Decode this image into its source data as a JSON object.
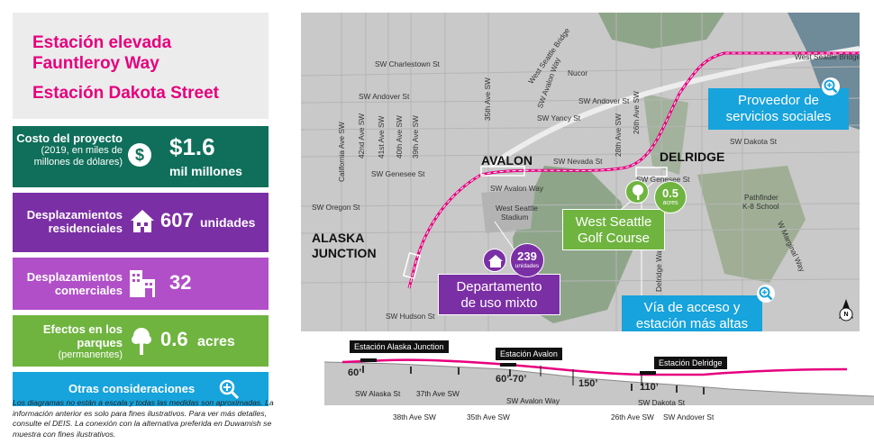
{
  "title": {
    "line1": "Estación elevada",
    "line2": "Fauntleroy Way",
    "line3": "Estación Dakota Street"
  },
  "cards": {
    "cost": {
      "label": "Costo del proyecto",
      "sub": "(2019, en miles de millones de dólares)",
      "value": "$1.6",
      "unit": "mil millones",
      "icon": "dollar-icon"
    },
    "residential": {
      "label": "Desplazamientos residenciales",
      "value": "607",
      "unit": "unidades",
      "icon": "house-icon"
    },
    "commercial": {
      "label": "Desplazamientos comerciales",
      "value": "32",
      "icon": "building-icon"
    },
    "parks": {
      "label": "Efectos en los parques",
      "sub": "(permanentes)",
      "value": "0.6",
      "unit": "acres",
      "icon": "tree-icon"
    },
    "other": {
      "label": "Otras consideraciones",
      "icon": "zoom-icon"
    }
  },
  "footnote": "Los diagramas no están a escala y todas las medidas son aproximadas. La información anterior es solo para fines ilustrativos. Para ver más detalles, consulte el DEIS. La conexión con la alternativa preferida en Duwamish se muestra con fines ilustrativos.",
  "map": {
    "neighborhoods": {
      "avalon": "AVALON",
      "delridge": "DELRIDGE",
      "alaska1": "ALASKA",
      "alaska2": "JUNCTION"
    },
    "streets": {
      "charlestown": "SW Charlestown St",
      "andover_w": "SW Andover St",
      "andover_e": "SW Andover St",
      "yancy": "SW Yancy St",
      "nevada": "SW Nevada St",
      "genesee_w": "SW Genesee St",
      "genesee_e": "SW Genesee St",
      "oregon": "SW Oregon St",
      "avalon_way": "SW Avalon Way",
      "avalon_way2": "SW Avalon Way",
      "dakota": "SW Dakota St",
      "hudson": "SW Hudson St",
      "california": "California Ave SW",
      "ave42": "42nd Ave SW",
      "ave41": "41st Ave SW",
      "ave40": "40th Ave SW",
      "ave39": "39th Ave SW",
      "ave35": "35th Ave SW",
      "ave28": "28th Ave SW",
      "ave26": "26th Ave SW",
      "delridge_way": "Delridge Way",
      "marginal": "W Marginal Way",
      "wsbridge_diag": "West Seattle Bridge",
      "wsbridge": "West Seattle Bridge"
    },
    "places": {
      "nucor": "Nucor",
      "stadium1": "West Seattle",
      "stadium2": "Stadium",
      "pathfinder1": "Pathfinder",
      "pathfinder2": "K-8 School"
    },
    "callouts": {
      "social1": "Proveedor de",
      "social2": "servicios sociales",
      "golf1": "West Seattle",
      "golf2": "Golf Course",
      "golf_acres": "0.5",
      "golf_acres_unit": "acres",
      "mixed1": "Departamento",
      "mixed2": "de uso mixto",
      "mixed_units": "239",
      "mixed_units_label": "unidades",
      "access1": "Vía de acceso y",
      "access2": "estación más altas"
    },
    "north": "N"
  },
  "profile": {
    "stations": {
      "alaska": "Estación Alaska Junction",
      "avalon": "Estación Avalon",
      "delridge": "Estación Delridge"
    },
    "heights": {
      "h60": "60’",
      "h6070": "60’-70’",
      "h150": "150’",
      "h110": "110’"
    },
    "cross_top": {
      "alaska": "SW Alaska St",
      "ave37": "37th Ave SW",
      "avalon_way": "SW Avalon Way",
      "dakota": "SW Dakota St"
    },
    "cross_bottom": {
      "ave38": "38th Ave SW",
      "ave35": "35th Ave SW",
      "ave26": "26th Ave SW",
      "andover": "SW Andover St"
    }
  },
  "colors": {
    "magenta": "#e6007e",
    "dark_green": "#0f6f5a",
    "purple": "#7b2fa5",
    "light_purple": "#b14fc8",
    "green": "#6fb43f",
    "blue": "#17a3dc"
  }
}
